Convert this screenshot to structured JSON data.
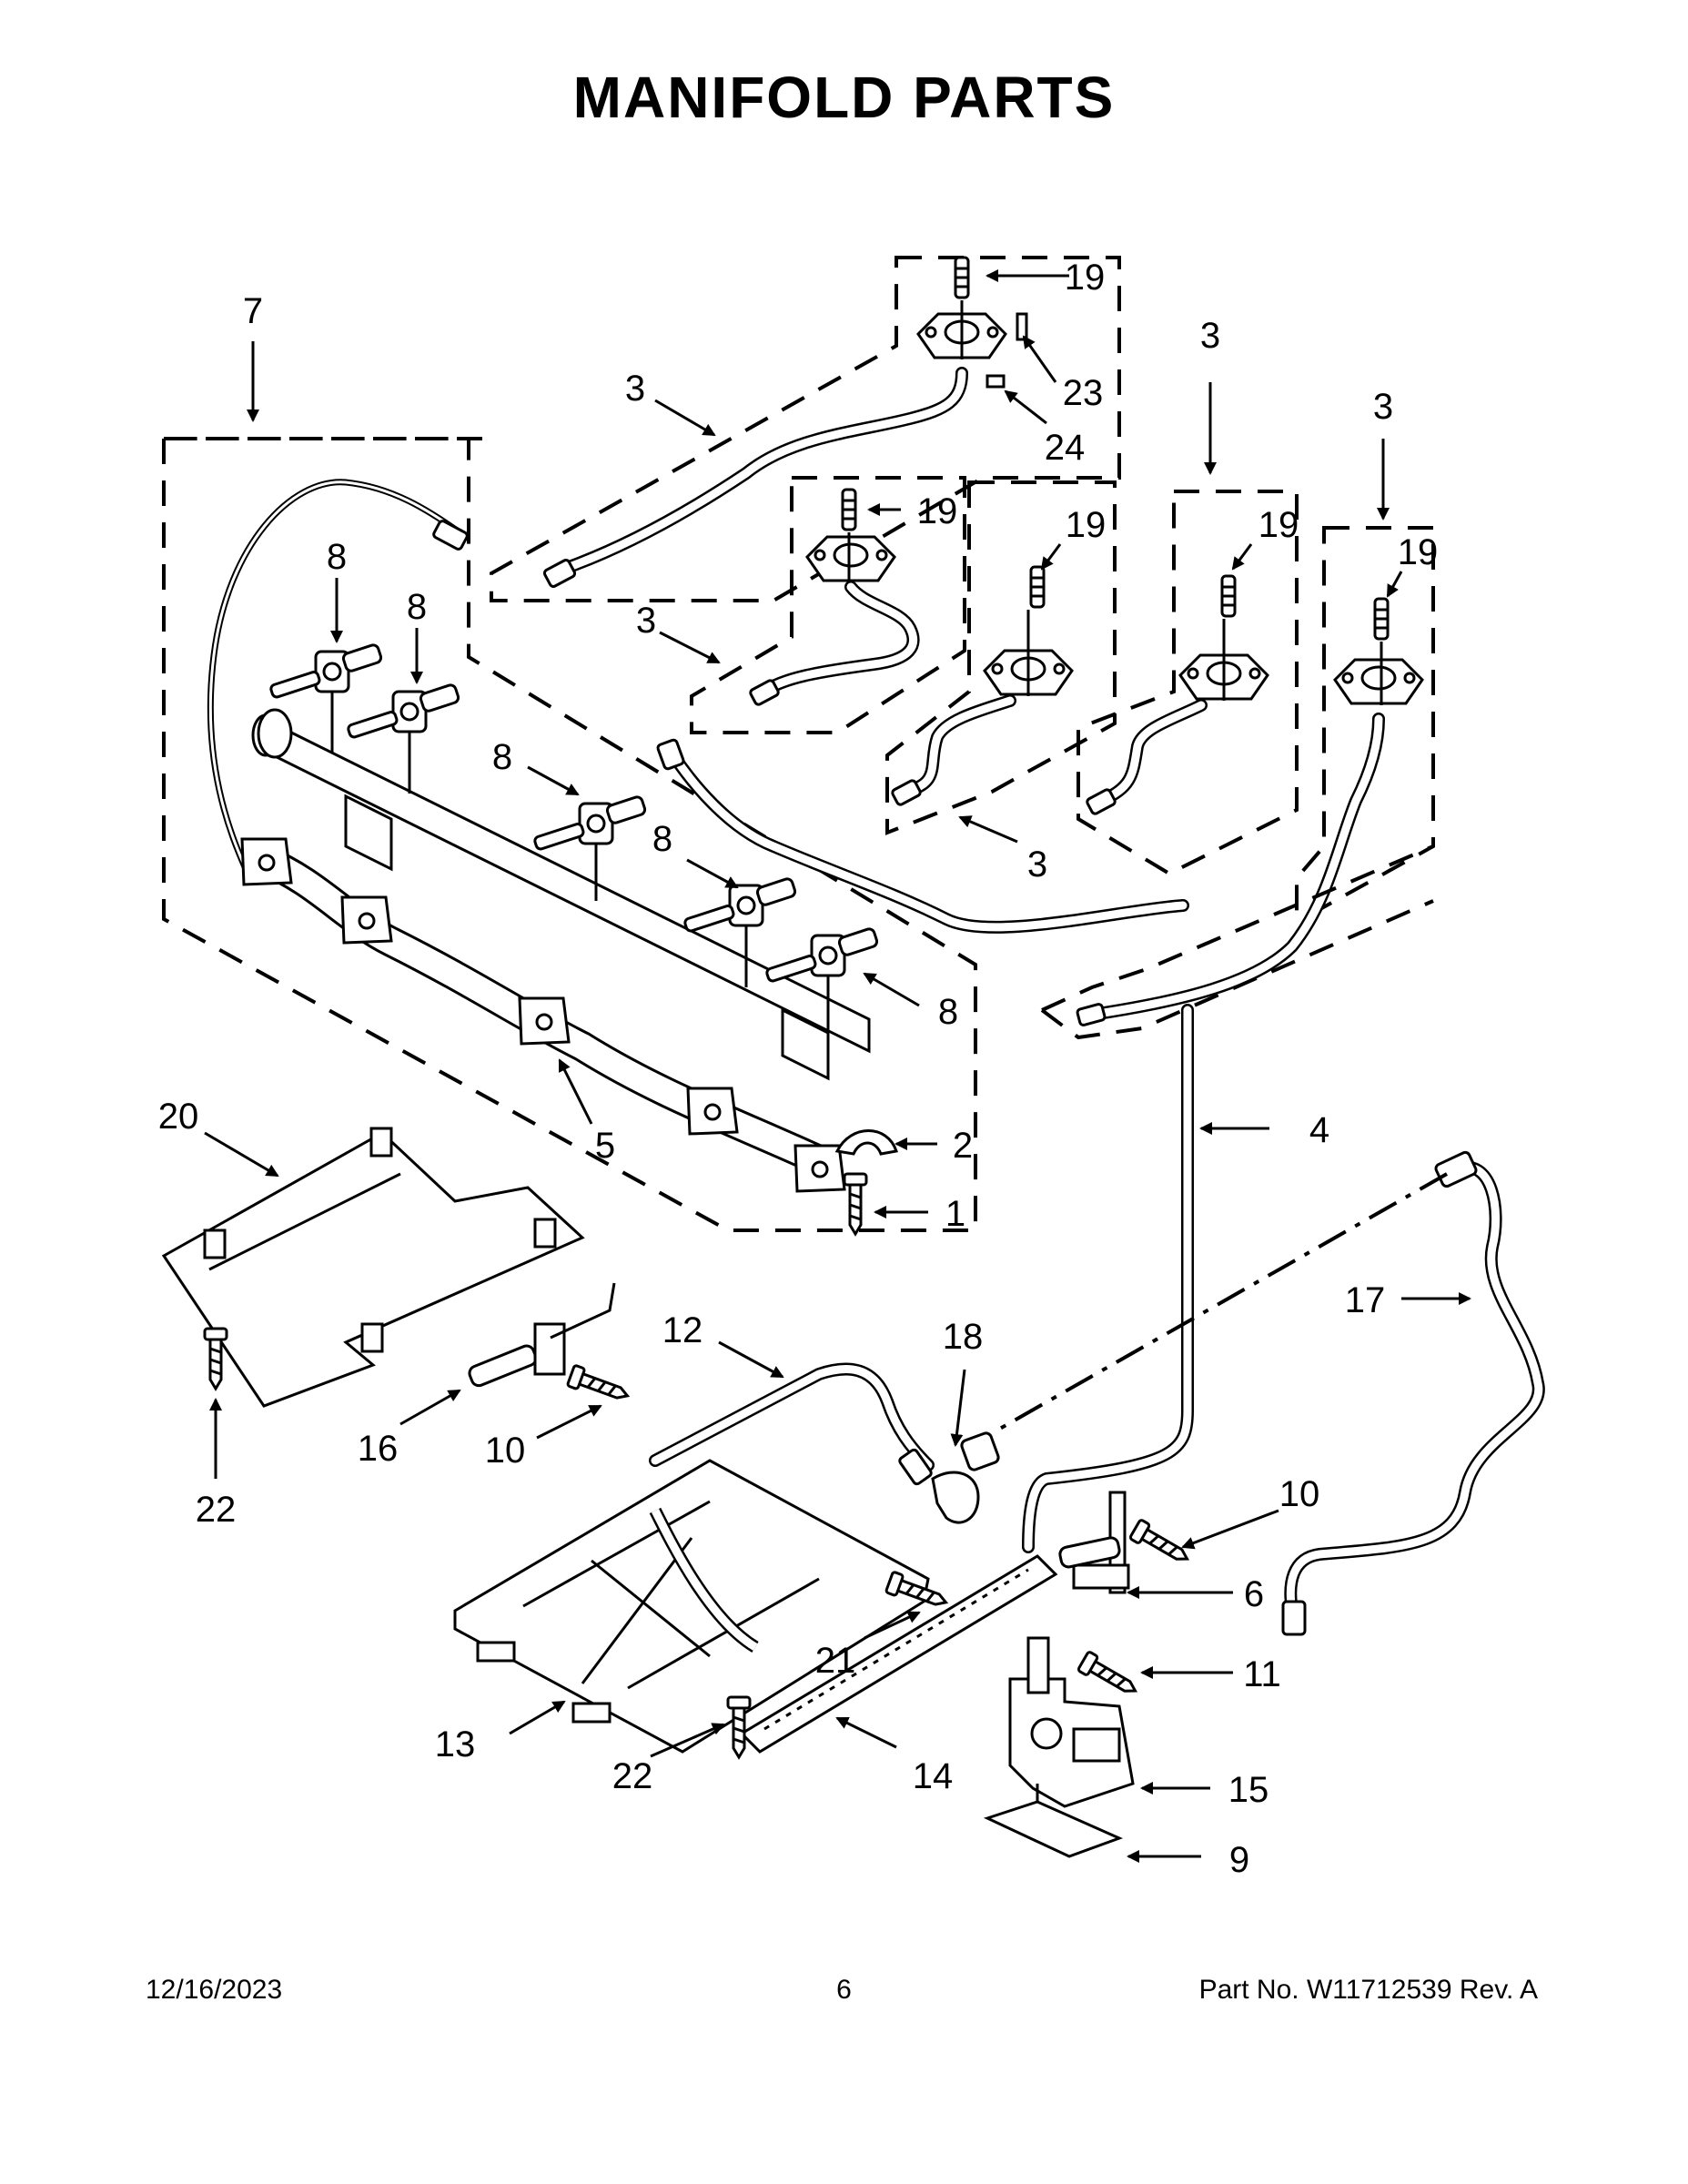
{
  "title": "MANIFOLD PARTS",
  "footer": {
    "date": "12/16/2023",
    "page": "6",
    "part_number": "Part No.  W11712539  Rev.  A"
  },
  "callouts": {
    "c7": "7",
    "c3a": "3",
    "c3b": "3",
    "c3c": "3",
    "c3d": "3",
    "c3e": "3",
    "c19a": "19",
    "c19b": "19",
    "c19c": "19",
    "c19d": "19",
    "c19e": "19",
    "c23": "23",
    "c24": "24",
    "c8a": "8",
    "c8b": "8",
    "c8c": "8",
    "c8d": "8",
    "c8e": "8",
    "c5": "5",
    "c2": "2",
    "c1": "1",
    "c4": "4",
    "c20": "20",
    "c22a": "22",
    "c22b": "22",
    "c16": "16",
    "c10a": "10",
    "c10b": "10",
    "c12": "12",
    "c18": "18",
    "c17": "17",
    "c6": "6",
    "c21": "21",
    "c11": "11",
    "c13": "13",
    "c14": "14",
    "c15": "15",
    "c9": "9"
  }
}
